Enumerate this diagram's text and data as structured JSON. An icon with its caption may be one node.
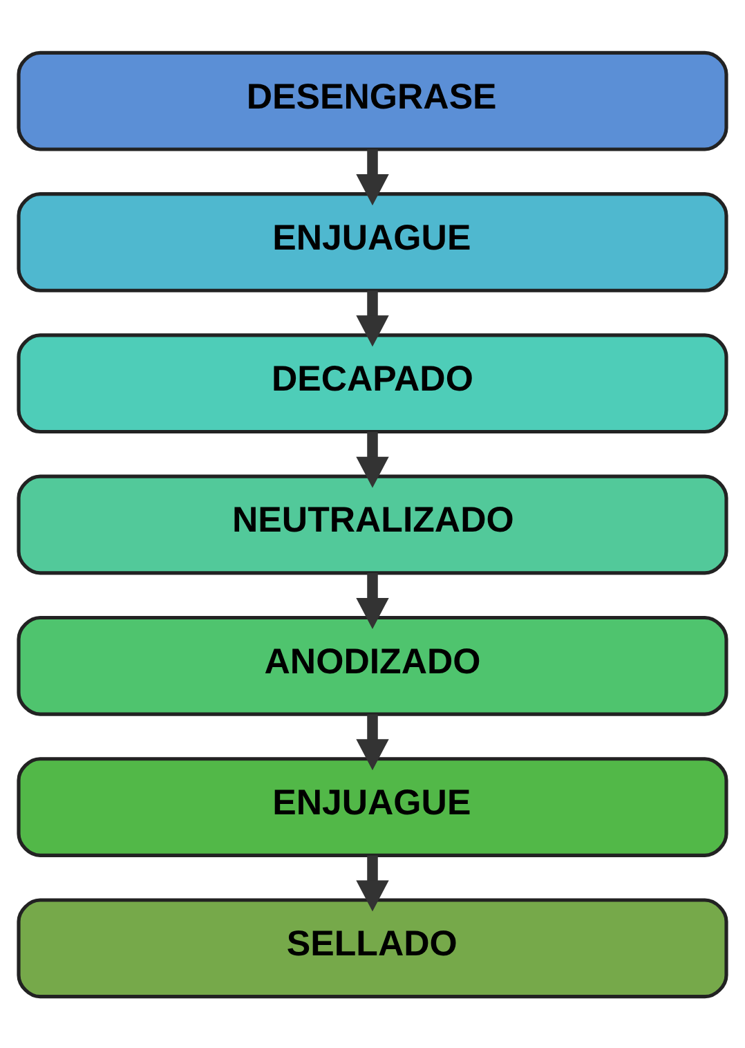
{
  "diagram": {
    "nodes": [
      {
        "text": [
          "DESENGRASE"
        ]
      },
      {
        "text": [
          "ENJUAGUE"
        ]
      },
      {
        "text": [
          "DECAPADO"
        ]
      },
      {
        "text": [
          "NEUTRALIZADO"
        ]
      },
      {
        "text": [
          "ANODIZADO"
        ]
      },
      {
        "text": [
          "ENJUAGUE"
        ]
      },
      {
        "text": [
          "SELLADO"
        ]
      }
    ],
    "edges": [
      {
        "from": 0,
        "to": 1,
        "arrow": "to"
      },
      {
        "from": 1,
        "to": 2,
        "arrow": "to"
      },
      {
        "from": 2,
        "to": 3,
        "arrow": "to"
      },
      {
        "from": 3,
        "to": 4,
        "arrow": "to"
      },
      {
        "from": 4,
        "to": 5,
        "arrow": "to"
      },
      {
        "from": 5,
        "to": 6,
        "arrow": "to"
      }
    ]
  }
}
